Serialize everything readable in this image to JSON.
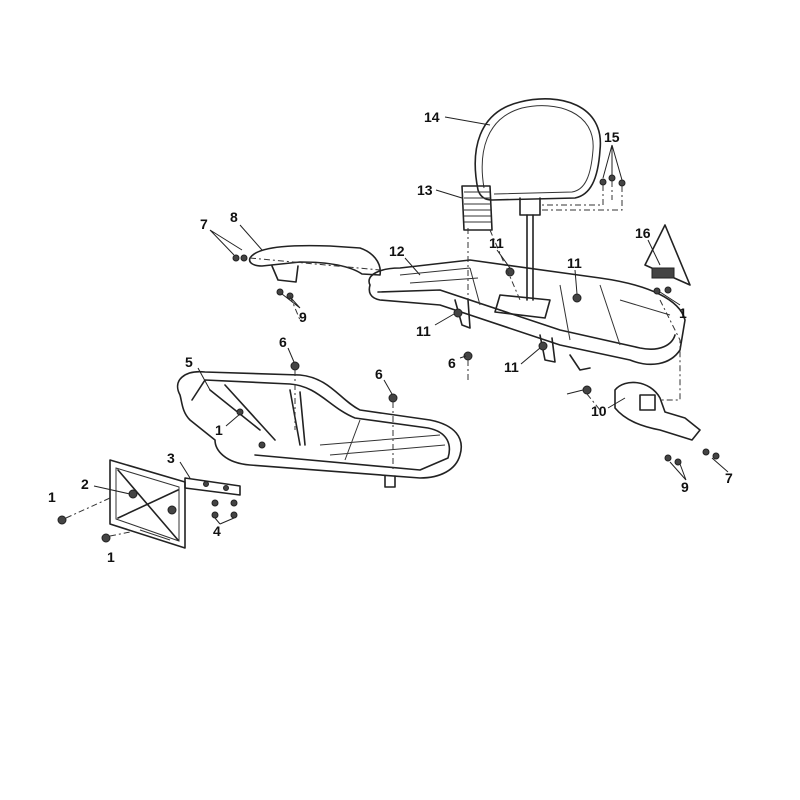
{
  "diagram": {
    "type": "exploded-parts-diagram",
    "callouts": [
      "14",
      "15",
      "13",
      "16",
      "8",
      "7",
      "11",
      "12",
      "11",
      "1",
      "9",
      "11",
      "6",
      "11",
      "6",
      "5",
      "6",
      "1",
      "3",
      "2",
      "1",
      "4",
      "1",
      "10",
      "9",
      "7"
    ]
  }
}
